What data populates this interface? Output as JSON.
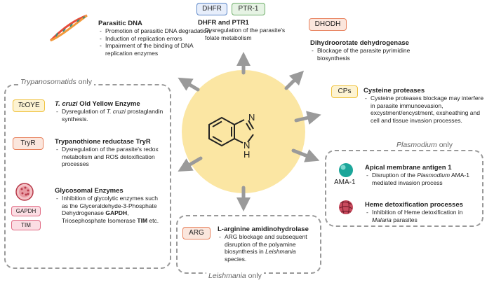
{
  "center": {
    "n_label": "N",
    "nh_label": "H"
  },
  "tags": {
    "dhfr": "DHFR",
    "ptr1": "PTR-1",
    "dhodh": "DHODH",
    "cps": "CPs",
    "tcoye_italic": "Tc",
    "tcoye_rest": "OYE",
    "tryr": "TryR",
    "gapdh": "GAPDH",
    "tim": "TIM",
    "arg": "ARG",
    "ama1": "AMA-1"
  },
  "regions": {
    "trypanosomatids": {
      "italic": "Trypanosomatids",
      "rest": " only"
    },
    "plasmodium": {
      "italic": "Plasmodium",
      "rest": " only"
    },
    "leishmania": {
      "italic": "Leishmania",
      "rest": " only"
    }
  },
  "parasitic_dna": {
    "title": "Parasitic DNA",
    "items": [
      "Promotion of parasitic DNA degradation",
      "Induction of replication errors",
      "Impairment of the binding of DNA replication enzymes"
    ]
  },
  "dhfr_ptr1": {
    "title": "DHFR and PTR1",
    "items": [
      "Dysregulation of the parasite's folate metabolism"
    ]
  },
  "dhodh": {
    "title": "Dihydroorotate dehydrogenase",
    "items": [
      "Blockage of the parasite pyrimidine biosynthesis"
    ]
  },
  "cysteine": {
    "title": "Cysteine proteases",
    "items": [
      "Cysteine proteases blockage may interfere in parasite immunoevasion, excystment/encystment, exsheathing and cell and tissue invasion processes."
    ]
  },
  "tcoye": {
    "title_bold_italic": "T. cruzi",
    "title_rest": " Old Yellow Enzyme",
    "item_pre": "Dysregulation of ",
    "item_italic": "T. cruzi",
    "item_post": " prostaglandin synthesis."
  },
  "tryr": {
    "title": "Trypanothione reductase TryR",
    "items": [
      "Dysregulation of the parasite's redox metabolism and ROS detoxification processes"
    ]
  },
  "glycosomal": {
    "title": "Glycosomal Enzymes",
    "item_a": "Inhibition of glycolytic enzymes such as the Glyceraldehyde-3-Phosphate Dehydrogenase ",
    "item_gapdh": "GAPDH",
    "item_b": ", Triosephosphate Isomerase ",
    "item_tim": "TIM",
    "item_c": " etc."
  },
  "ama1": {
    "title": "Apical membrane antigen 1",
    "item_pre": "Disruption of the ",
    "item_italic": "Plasmodium",
    "item_post": " AMA-1 mediated invasion process"
  },
  "heme": {
    "title": "Heme detoxification processes",
    "item_pre": "Inhibition of Heme detoxification in ",
    "item_italic": "Malaria",
    "item_post": " parasites"
  },
  "arginase": {
    "title": "L-arginine amidinohydrolase",
    "item_pre": "ARG blockage and subsequent disruption of the polyamine biosynthesis in ",
    "item_italic": "Leishmania",
    "item_post": " species."
  },
  "colors": {
    "center_circle": "#fbe6a3",
    "arrow": "#9a9a9a",
    "blue": "#5b86c8",
    "green": "#6fae6a",
    "orange": "#e8825e",
    "yellow": "#f0c340",
    "pink": "#e06b84"
  }
}
